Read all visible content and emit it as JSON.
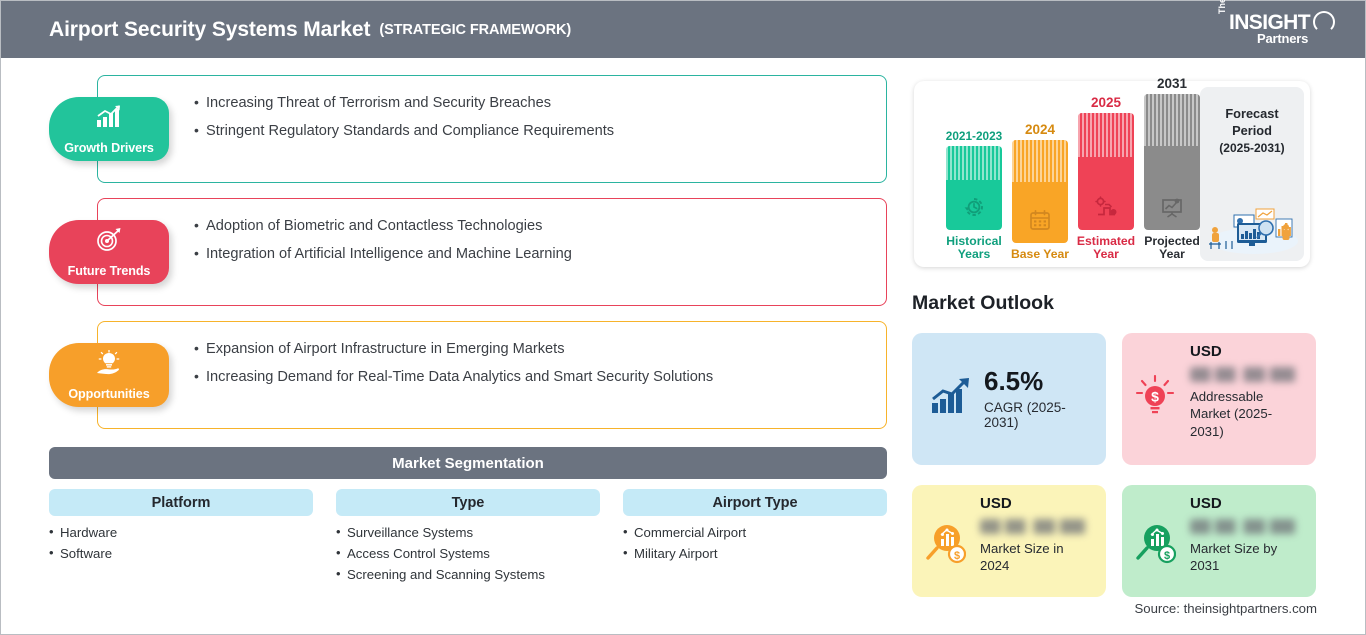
{
  "header": {
    "title": "Airport Security Systems Market",
    "subtitle": "(STRATEGIC FRAMEWORK)",
    "logo": {
      "the": "The",
      "insight": "INSIGHT",
      "partners": "Partners"
    },
    "background": "#6b7380"
  },
  "sections": [
    {
      "key": "growth",
      "label": "Growth Drivers",
      "color": "#22c49b",
      "icon": "bar-chart-arrow-up-icon",
      "bullets": [
        "Increasing Threat of Terrorism and Security Breaches",
        "Stringent Regulatory Standards and Compliance Requirements"
      ]
    },
    {
      "key": "trends",
      "label": "Future Trends",
      "color": "#e8435a",
      "icon": "target-dartboard-icon",
      "bullets": [
        "Adoption of Biometric and Contactless Technologies",
        "Integration of Artificial Intelligence and Machine Learning"
      ]
    },
    {
      "key": "opps",
      "label": "Opportunities",
      "color": "#f79f2a",
      "icon": "lightbulb-in-hand-icon",
      "bullets": [
        "Expansion of Airport Infrastructure in Emerging Markets",
        "Increasing Demand for Real-Time Data Analytics and Smart Security Solutions"
      ]
    }
  ],
  "segmentation": {
    "heading": "Market Segmentation",
    "columns": [
      {
        "title": "Platform",
        "items": [
          "Hardware",
          "Software"
        ]
      },
      {
        "title": "Type",
        "items": [
          "Surveillance Systems",
          "Access Control Systems",
          "Screening and Scanning Systems"
        ]
      },
      {
        "title": "Airport Type",
        "items": [
          "Commercial Airport",
          "Military Airport"
        ]
      }
    ]
  },
  "chart_data": {
    "type": "bar",
    "title": "Forecast Period Timeline",
    "categories": [
      "Historical Years",
      "Base Year",
      "Estimated Year",
      "Projected Year"
    ],
    "year_labels": [
      "2021-2023",
      "2024",
      "2025",
      "2031"
    ],
    "values": [
      100,
      124,
      140,
      163
    ],
    "colors": [
      "#18c99a",
      "#f9a526",
      "#ef4256",
      "#8b8b8b"
    ],
    "icons": [
      "history-clock-icon",
      "calendar-icon",
      "gear-analytics-icon",
      "presentation-chart-icon"
    ],
    "ylabel": "",
    "xlabel": "",
    "grid": false,
    "legend": "none"
  },
  "forecast_panel": {
    "line1": "Forecast",
    "line2": "Period",
    "line3": "(2025-2031)",
    "illustration": "business-analytics-illustration"
  },
  "outlook": {
    "heading": "Market Outlook",
    "cards": [
      {
        "key": "cagr",
        "value": "6.5%",
        "caption": "CAGR (2025-2031)",
        "icon": "growth-chart-icon",
        "background": "#cfe6f5",
        "blurred": false
      },
      {
        "key": "addressable",
        "currency": "USD",
        "value_blurred": "lorem ipsum",
        "caption": "Addressable Market (2025-2031)",
        "icon": "lightbulb-dollar-icon",
        "background": "#fbd3d9",
        "blurred": true
      },
      {
        "key": "size-2024",
        "currency": "USD",
        "value_blurred": "lorem ipsum",
        "caption": "Market Size in 2024",
        "icon": "magnifier-chart-dollar-icon",
        "background": "#fbf4b9",
        "blurred": true
      },
      {
        "key": "size-2031",
        "currency": "USD",
        "value_blurred": "lorem ipsum",
        "caption": "Market Size by 2031",
        "icon": "magnifier-chart-dollar-icon",
        "background": "#bfeccb",
        "blurred": true
      }
    ]
  },
  "source": "Source: theinsightpartners.com"
}
